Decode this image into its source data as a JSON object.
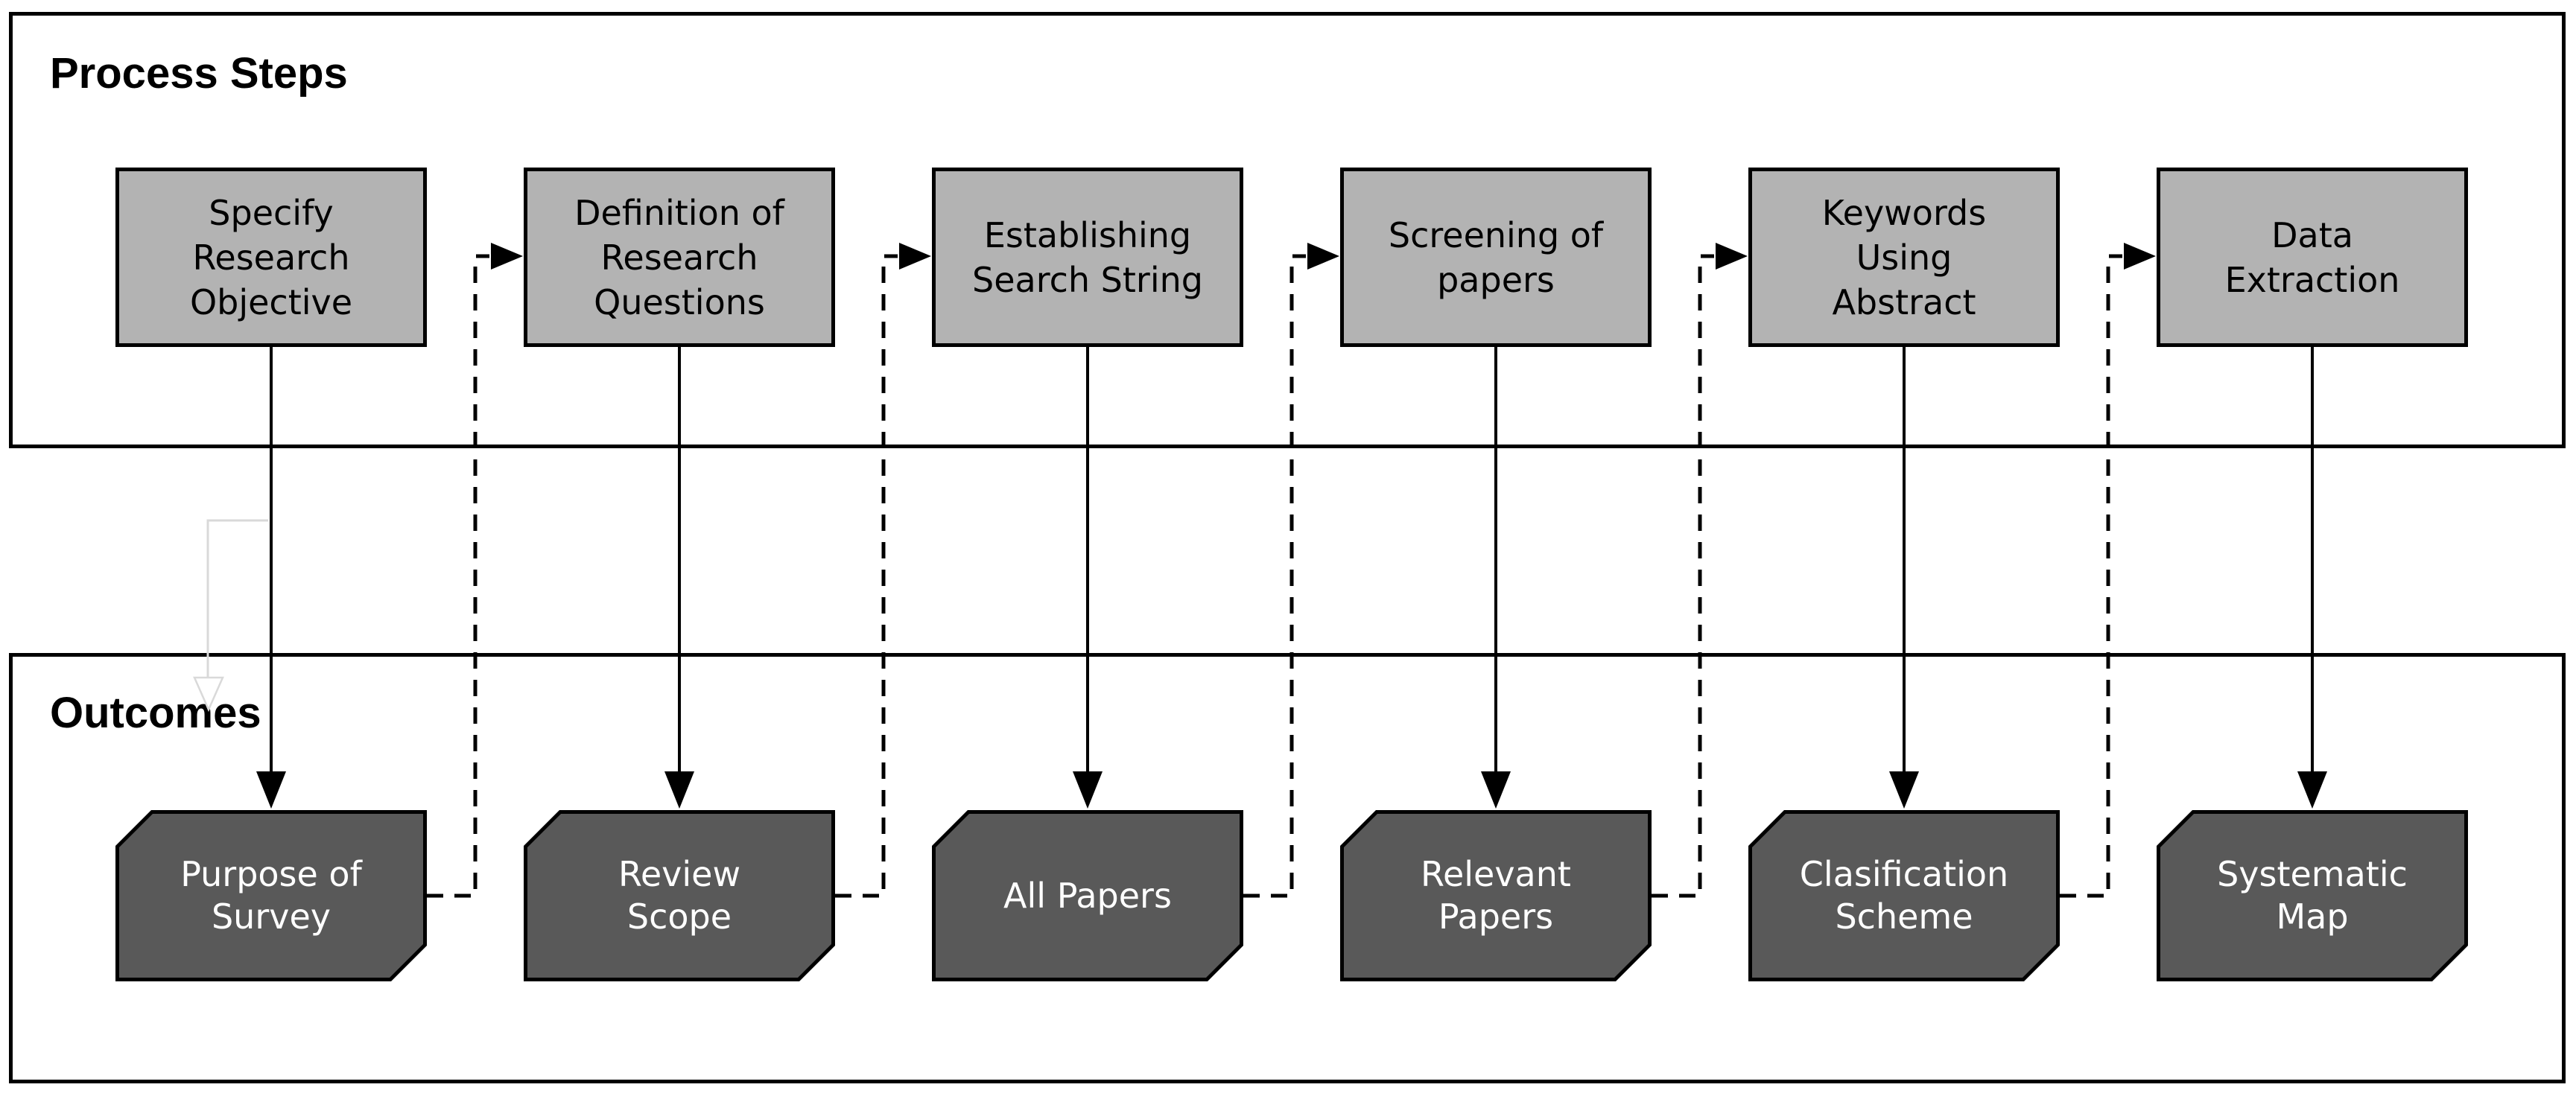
{
  "figure_type": "flowchart",
  "bands": {
    "process": {
      "label": "Process Steps"
    },
    "outcomes": {
      "label": "Outcomes"
    }
  },
  "steps": [
    {
      "label": "Specify\nResearch\nObjective"
    },
    {
      "label": "Definition of\nResearch\nQuestions"
    },
    {
      "label": "Establishing\nSearch String"
    },
    {
      "label": "Screening of\npapers"
    },
    {
      "label": "Keywords\nUsing\nAbstract"
    },
    {
      "label": "Data\nExtraction"
    }
  ],
  "outcomes": [
    {
      "label": "Purpose of\nSurvey"
    },
    {
      "label": "Review\nScope"
    },
    {
      "label": "All Papers"
    },
    {
      "label": "Relevant\nPapers"
    },
    {
      "label": "Clasification\nScheme"
    },
    {
      "label": "Systematic\nMap"
    }
  ],
  "connections": {
    "solid_step_to_outcome": [
      {
        "from_step": 0,
        "to_outcome": 0
      },
      {
        "from_step": 1,
        "to_outcome": 1
      },
      {
        "from_step": 2,
        "to_outcome": 2
      },
      {
        "from_step": 3,
        "to_outcome": 3
      },
      {
        "from_step": 4,
        "to_outcome": 4
      },
      {
        "from_step": 5,
        "to_outcome": 5
      }
    ],
    "dashed_outcome_to_next_step": [
      {
        "from_outcome": 0,
        "to_step": 1
      },
      {
        "from_outcome": 1,
        "to_step": 2
      },
      {
        "from_outcome": 2,
        "to_step": 3
      },
      {
        "from_outcome": 3,
        "to_step": 4
      },
      {
        "from_outcome": 4,
        "to_step": 5
      }
    ]
  },
  "colors": {
    "process_box_fill": "#b3b3b3",
    "outcome_box_fill": "#595959",
    "outline": "#000000",
    "process_text": "#000000",
    "outcome_text": "#ffffff",
    "band_fill": "#ffffff",
    "artifact": "#d9d9d9",
    "page_bg": "#ffffff"
  }
}
